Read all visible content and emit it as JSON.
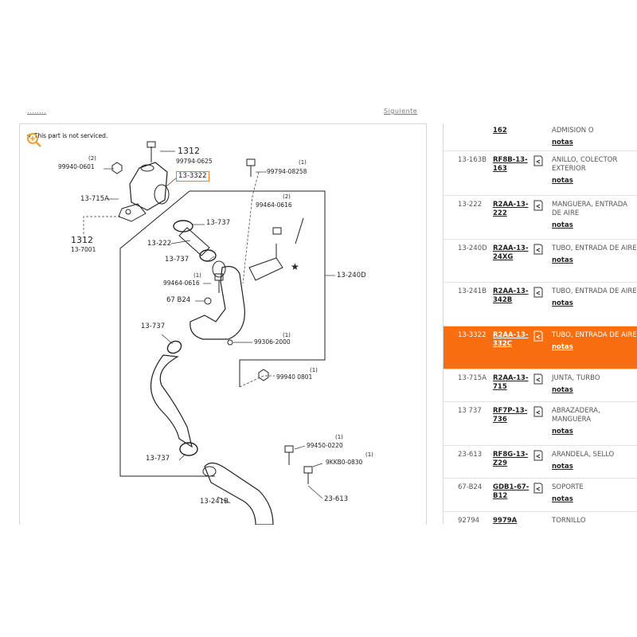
{
  "nav": {
    "back_label": "........",
    "next_label": "Siguiente"
  },
  "diagram": {
    "notice": "This part is not serviced.",
    "callouts": {
      "c1312_top": "1312",
      "c99794_0625": "99794-0625",
      "c13_3322": "13-3322",
      "c99940_0601": "99940-0601",
      "q2_a": "(2)",
      "c13_715a": "13-715A",
      "c1312_left": "1312",
      "c13_7001": "13-7001",
      "q1_a": "(1)",
      "c99794_08258": "99794-08258",
      "q2_b": "(2)",
      "c99464_0616_top": "99464-0616",
      "c13_737_a": "13-737",
      "c13_222": "13-222",
      "c13_737_b": "13-737",
      "c13_240d": "13-240D",
      "q1_b": "(1)",
      "c99464_0616": "99464-0616",
      "c67b24": "67 B24",
      "c13_737_c": "13-737",
      "q1_c": "(1)",
      "c99306": "99306-2000",
      "q1_d": "(1)",
      "c99940_0801": "99940 0801",
      "q1_e": "(1)",
      "c99450": "99450-0220",
      "q1_f": "(1)",
      "c9kkb0": "9KKB0-0830",
      "c13_737_d": "13-737",
      "c13_241b": "13-241B",
      "c23_613": "23-613"
    }
  },
  "parts": [
    {
      "ref": "",
      "pn": "162",
      "desc": "ADMISION O",
      "notas": "notas"
    },
    {
      "ref": "13-163B",
      "pn": "RF8B-13-163",
      "desc": "ANILLO, COLECTOR EXTERIOR",
      "notas": "notas"
    },
    {
      "ref": "13-222",
      "pn": "R2AA-13-222",
      "desc": "MANGUERA, ENTRADA DE AIRE",
      "notas": "notas"
    },
    {
      "ref": "13-240D",
      "pn": "R2AA-13-24XG",
      "desc": "TUBO, ENTRADA DE AIRE",
      "notas": "notas"
    },
    {
      "ref": "13-241B",
      "pn": "R2AA-13-342B",
      "desc": "TUBO, ENTRADA DE AIRE",
      "notas": "notas"
    },
    {
      "ref": "13-3322",
      "pn": "R2AA-13-332C",
      "desc": "TUBO, ENTRADA DE AIRE",
      "notas": "notas"
    },
    {
      "ref": "13-715A",
      "pn": "R2AA-13-715",
      "desc": "JUNTA, TURBO",
      "notas": "notas"
    },
    {
      "ref": "13 737",
      "pn": "RF7P-13-736",
      "desc": "ABRAZADERA, MANGUERA",
      "notas": "notas"
    },
    {
      "ref": "23-613",
      "pn": "RF8G-13-Z29",
      "desc": "ARANDELA, SELLO",
      "notas": "notas"
    },
    {
      "ref": "67-B24",
      "pn": "GDB1-67-B12",
      "desc": "SOPORTE",
      "notas": "notas"
    },
    {
      "ref": "92794",
      "pn": "9979A",
      "desc": "TORNILLO",
      "notas": ""
    }
  ],
  "colors": {
    "accent": "#f86e10",
    "selection_border": "#f57c20"
  }
}
